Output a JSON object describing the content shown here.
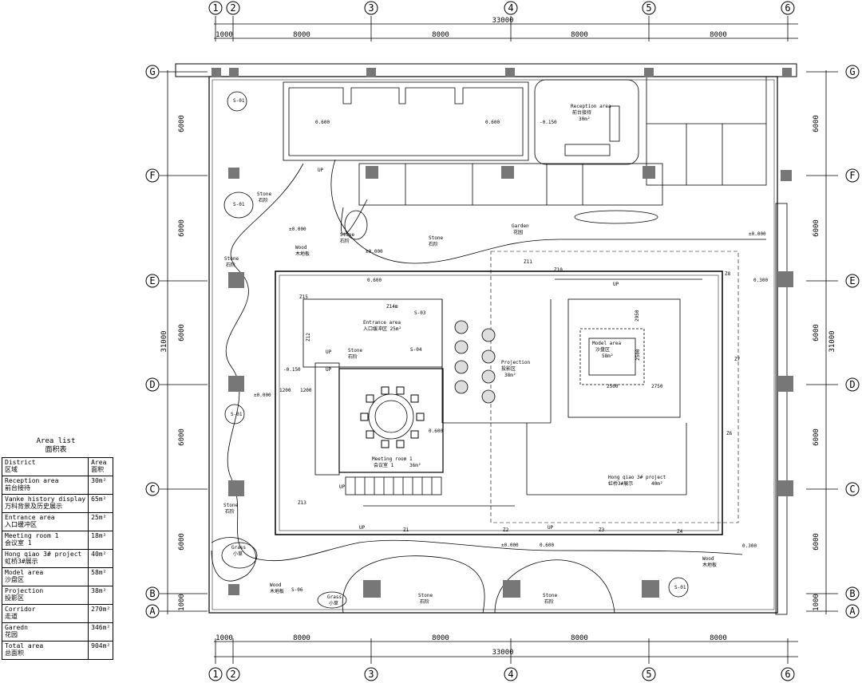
{
  "drawing": {
    "total_width": "33000",
    "total_height": "31000",
    "col_spacings_top": [
      "1000",
      "8000",
      "8000",
      "8000",
      "8000"
    ],
    "col_spacings_bottom": [
      "1000",
      "8000",
      "8000",
      "8000",
      "8000"
    ],
    "row_spacings_left": [
      "6000",
      "6000",
      "6000",
      "6000",
      "6000",
      "1000"
    ],
    "row_spacings_right": [
      "6000",
      "6000",
      "6000",
      "6000",
      "6000",
      "1000"
    ],
    "col_axes": [
      "1",
      "2",
      "3",
      "4",
      "5",
      "6"
    ],
    "row_axes": [
      "G",
      "F",
      "E",
      "D",
      "C",
      "B",
      "A"
    ]
  },
  "rooms": {
    "reception": {
      "en": "Reception area",
      "cn": "前台接待",
      "area": "30m²"
    },
    "entrance": {
      "en": "Entrance area",
      "cn": "入口缓冲区 25m²"
    },
    "projection": {
      "en": "Projection",
      "cn": "投影区",
      "area": "38m²"
    },
    "model": {
      "en": "Model area",
      "cn": "沙盘区",
      "area": "58m²"
    },
    "meeting": {
      "en": "Meeting room 1",
      "cn": "会议室 1",
      "area": "36m²"
    },
    "hongqiao": {
      "en": "Hong qiao 3# project",
      "cn": "虹桥3#展示",
      "area": "40m²"
    },
    "garden": {
      "en": "Garden",
      "cn": "花园"
    }
  },
  "landscape": {
    "stone_en": "Stone",
    "stone_cn": "石阶",
    "wood_en": "Wood",
    "wood_cn": "木地板",
    "grass_en": "Grass",
    "grass_cn": "小草",
    "up": "UP",
    "z14": "Z14⊞",
    "z10": "Z10",
    "z11": "Z11",
    "z15": "Z15",
    "z12": "Z12",
    "z1": "Z1",
    "z2": "Z2",
    "z3": "Z3",
    "z4": "Z4",
    "z6": "Z6",
    "z7": "Z7",
    "z8": "Z8",
    "z13": "Z13",
    "lvl_pos": "0.600",
    "lvl_zero": "±0.000",
    "lvl_neg": "-0.150",
    "lvl_300": "0.300",
    "dim_1200": "1200",
    "dim_2500": "2500",
    "dim_2750": "2750",
    "dim_2950": "2950",
    "s01": "S-01",
    "s04": "S-04",
    "s03": "S-03",
    "s06": "S-06"
  },
  "area_list": {
    "title_en": "Area list",
    "title_cn": "面积表",
    "header": {
      "district_en": "District",
      "district_cn": "区域",
      "area_en": "Area",
      "area_cn": "面积"
    },
    "rows": [
      {
        "en": "Reception area",
        "cn": "前台接待",
        "area": "30m²"
      },
      {
        "en": "Vanke history display",
        "cn": "万科背景及历史展示",
        "area": "65m²"
      },
      {
        "en": "Entrance area",
        "cn": "入口缓冲区",
        "area": "25m²"
      },
      {
        "en": "Meeting room 1",
        "cn": "会议室 1",
        "area": "18m²"
      },
      {
        "en": "Hong qiao 3# project",
        "cn": "虹桥3#展示",
        "area": "40m²"
      },
      {
        "en": "Model area",
        "cn": "沙盘区",
        "area": "58m²"
      },
      {
        "en": "Projection",
        "cn": "投影区",
        "area": "38m²"
      },
      {
        "en": "Corridor",
        "cn": "走道",
        "area": "270m²"
      },
      {
        "en": "Garedn",
        "cn": "花园",
        "area": "346m²"
      },
      {
        "en": "Total area",
        "cn": "总面积",
        "area": "904m²"
      }
    ]
  }
}
